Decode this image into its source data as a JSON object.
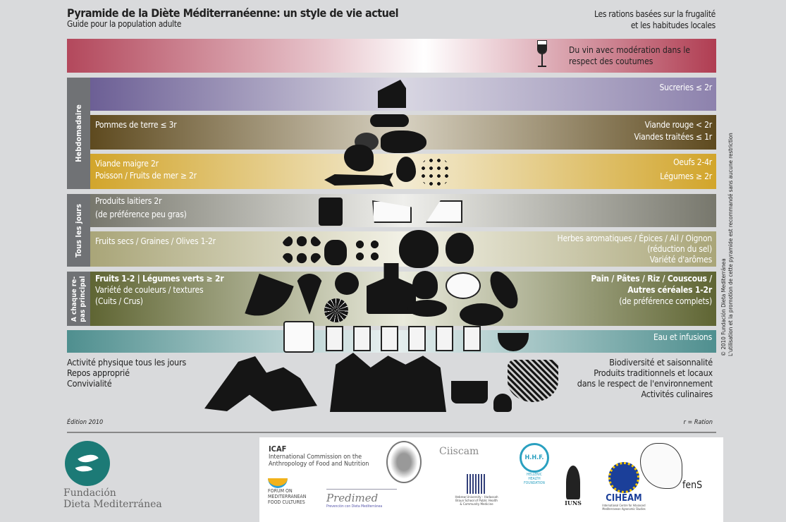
{
  "header": {
    "title": "Pyramide de la Diète Méditerranéenne: un style de vie actuel",
    "subtitle": "Guide pour la population adulte",
    "tagline_1": "Les rations basées sur la frugalité",
    "tagline_2": "et les habitudes locales"
  },
  "groups": {
    "weekly": "Hebdomadaire",
    "daily": "Tous les jours",
    "meal_1": "A chaque re-",
    "meal_2": "pas principal"
  },
  "bands": {
    "wine": {
      "right_1": "Du vin avec modération dans le",
      "right_2": "respect des coutumes",
      "color": "#b3485c"
    },
    "sweets": {
      "right": "Sucreries ≤ 2r",
      "color": "#6c5f95"
    },
    "meat": {
      "left": "Pommes de terre ≤ 3r",
      "right_1": "Viande rouge < 2r",
      "right_2": "Viandes traitées ≤ 1r",
      "color": "#5e4a1f"
    },
    "lean": {
      "left_1": "Viande maigre 2r",
      "left_2": "Poisson / Fruits de mer ≥ 2r",
      "right_1": "Oeufs  2-4r",
      "right_2": "Légumes ≥ 2r",
      "color": "#d2a52b"
    },
    "dairy": {
      "left_1": "Produits laitiers 2r",
      "left_2": "(de préférence peu gras)",
      "color": "#77776c"
    },
    "nuts": {
      "left": "Fruits secs / Graines / Olives 1-2r",
      "right_1": "Herbes aromatiques  / Épices / Ail / Oignon",
      "right_2": "(réduction du sel)",
      "right_3": "Variété d'arômes",
      "color": "#a9a578"
    },
    "fruit": {
      "left_1": "Fruits 1-2 | Légumes verts ≥ 2r",
      "left_2": "Variété de couleurs / textures",
      "left_3": "(Cuits / Crus)",
      "right_1": "Pain / Pâtes / Riz / Couscous /",
      "right_2": "Autres céréales 1-2r",
      "right_3": "(de préférence complets)",
      "color": "#5f6533"
    },
    "water": {
      "right": "Eau et infusions",
      "color": "#4f8f8f"
    }
  },
  "lifestyle": {
    "left": [
      "Activité physique tous les jours",
      "Repos approprié",
      "Convivialité"
    ],
    "right": [
      "Biodiversité et saisonnalité",
      "Produits traditionnels et locaux",
      "dans le respect de l'environnement",
      "Activités culinaires"
    ]
  },
  "footer": {
    "edition": "Édition 2010",
    "ration": "r = Ration",
    "copyright_1": "© 2010 Fundación Dieta Mediterránea",
    "copyright_2": "L'utilisation et la promotion de cette pyramide est recommandé sans aucune restriction",
    "foundation_1": "Fundación",
    "foundation_2": "Dieta Mediterránea"
  },
  "logos": {
    "icaf": "ICAF",
    "icaf_desc_1": "International Commission on the",
    "icaf_desc_2": "Anthropology of Food and Nutrition",
    "forum_1": "FORUM ON",
    "forum_2": "MEDITERRANEAN",
    "forum_3": "FOOD CULTURES",
    "predimed": "Predimed",
    "predimed_sub": "Prevención con Dieta Mediterránea",
    "ciiscam": "Ciiscam",
    "hadassah_1": "Hebrew University - Hadassah",
    "hadassah_2": "Braun School of Public Health",
    "hadassah_3": "& Community Medicine",
    "hhf": "H.H.F.",
    "hhf_1": "HELLENIC",
    "hhf_2": "HEALTH",
    "hhf_3": "FOUNDATION",
    "iuns": "IUNS",
    "ciheam": "CIHEAM",
    "ciheam_sub": "International Centre for Advanced Mediterranean Agronomic Studies",
    "fens": "fenS"
  }
}
